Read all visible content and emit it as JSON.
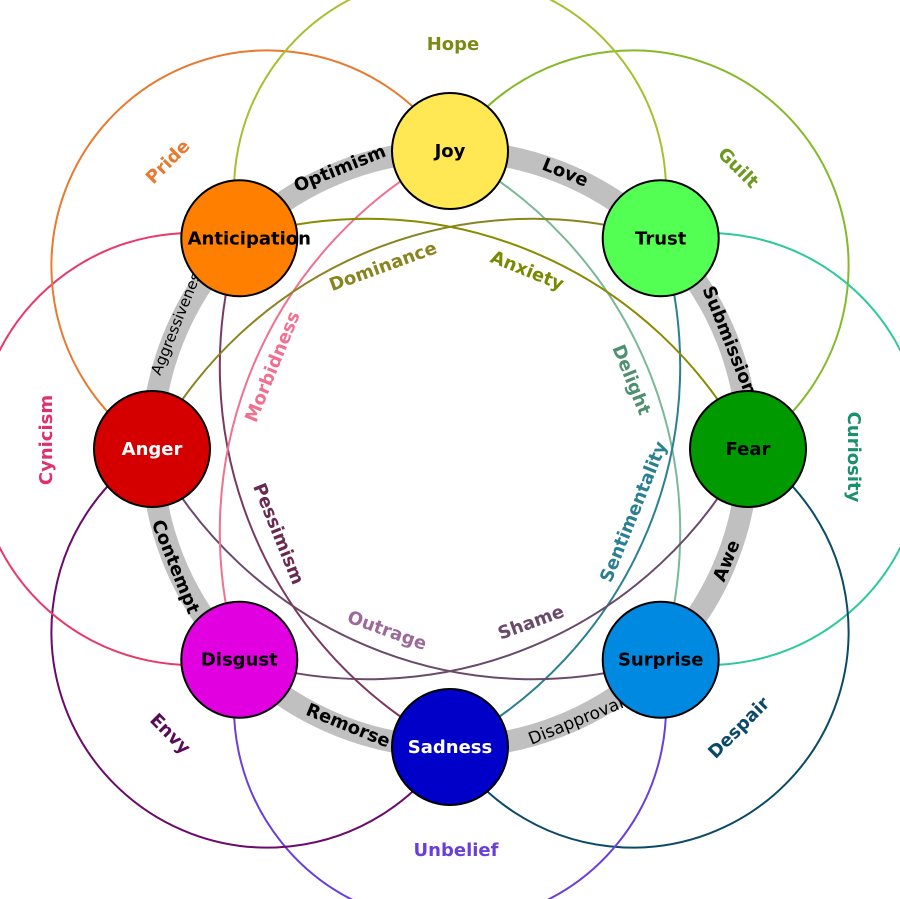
{
  "emotions": [
    {
      "name": "Joy",
      "color": "#ffe854",
      "text_color": "#000000"
    },
    {
      "name": "Trust",
      "color": "#54ff54",
      "text_color": "#000000"
    },
    {
      "name": "Fear",
      "color": "#009900",
      "text_color": "#000000"
    },
    {
      "name": "Surprise",
      "color": "#0089e0",
      "text_color": "#000000"
    },
    {
      "name": "Sadness",
      "color": "#0000c8",
      "text_color": "#ffffff"
    },
    {
      "name": "Disgust",
      "color": "#e000e0",
      "text_color": "#000000"
    },
    {
      "name": "Anger",
      "color": "#d40000",
      "text_color": "#ffffff"
    },
    {
      "name": "Anticipation",
      "color": "#ff7f00",
      "text_color": "#000000"
    }
  ],
  "primary_dyads": [
    {
      "label": "Love",
      "between": [
        "Joy",
        "Trust"
      ]
    },
    {
      "label": "Submission",
      "between": [
        "Trust",
        "Fear"
      ]
    },
    {
      "label": "Awe",
      "between": [
        "Fear",
        "Surprise"
      ]
    },
    {
      "label": "Disapproval",
      "between": [
        "Surprise",
        "Sadness"
      ]
    },
    {
      "label": "Remorse",
      "between": [
        "Sadness",
        "Disgust"
      ]
    },
    {
      "label": "Contempt",
      "between": [
        "Disgust",
        "Anger"
      ]
    },
    {
      "label": "Aggressiveness",
      "between": [
        "Anger",
        "Anticipation"
      ]
    },
    {
      "label": "Optimism",
      "between": [
        "Anticipation",
        "Joy"
      ]
    }
  ],
  "secondary_dyads": [
    {
      "label": "Guilt",
      "between": [
        "Joy",
        "Fear"
      ],
      "color": "#6b9a1c",
      "line": "#86b92a"
    },
    {
      "label": "Curiosity",
      "between": [
        "Trust",
        "Surprise"
      ],
      "color": "#1a9070",
      "line": "#2ec99a"
    },
    {
      "label": "Despair",
      "between": [
        "Fear",
        "Sadness"
      ],
      "color": "#0b4a66",
      "line": "#0b4a66"
    },
    {
      "label": "Unbelief",
      "between": [
        "Surprise",
        "Disgust"
      ],
      "color": "#6a3fd8",
      "line": "#6a3fd8"
    },
    {
      "label": "Envy",
      "between": [
        "Sadness",
        "Anger"
      ],
      "color": "#5a0a5a",
      "line": "#6a0a6a"
    },
    {
      "label": "Cynicism",
      "between": [
        "Disgust",
        "Anticipation"
      ],
      "color": "#e0306a",
      "line": "#e83a6a"
    },
    {
      "label": "Pride",
      "between": [
        "Anger",
        "Joy"
      ],
      "color": "#e87a30",
      "line": "#e87a30"
    },
    {
      "label": "Hope",
      "between": [
        "Anticipation",
        "Trust"
      ],
      "color": "#7a8a14",
      "line": "#a8c030"
    }
  ],
  "tertiary_dyads": [
    {
      "label": "Delight",
      "between": [
        "Joy",
        "Surprise"
      ],
      "color": "#4e9070",
      "line": "#7ab898"
    },
    {
      "label": "Sentimentality",
      "between": [
        "Trust",
        "Sadness"
      ],
      "color": "#2a8090",
      "line": "#2a8090"
    },
    {
      "label": "Shame",
      "between": [
        "Fear",
        "Disgust"
      ],
      "color": "#6a4a6a",
      "line": "#6a4a6a"
    },
    {
      "label": "Outrage",
      "between": [
        "Surprise",
        "Anger"
      ],
      "color": "#9a6a9a",
      "line": "#6a4a6a"
    },
    {
      "label": "Pessimism",
      "between": [
        "Sadness",
        "Anticipation"
      ],
      "color": "#6a2a50",
      "line": "#7a3a60"
    },
    {
      "label": "Morbidness",
      "between": [
        "Disgust",
        "Joy"
      ],
      "color": "#f07090",
      "line": "#f07090"
    },
    {
      "label": "Dominance",
      "between": [
        "Anger",
        "Trust"
      ],
      "color": "#8a8420",
      "line": "#8a8420"
    },
    {
      "label": "Anxiety",
      "between": [
        "Anticipation",
        "Fear"
      ],
      "color": "#7a8a00",
      "line": "#8a8a00"
    }
  ],
  "ring_color": "#c0c0c0"
}
